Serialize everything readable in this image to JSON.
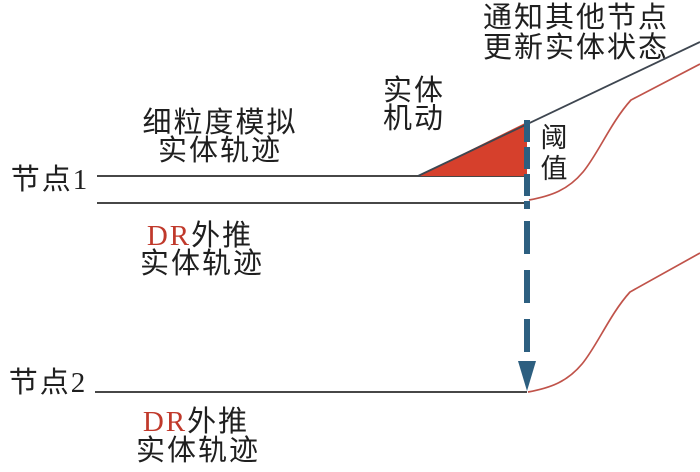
{
  "diagram": {
    "annotations": {
      "notify": {
        "line1": "通知其他节点",
        "line2": "更新实体状态"
      },
      "maneuver": {
        "line1": "实体",
        "line2": "机动"
      },
      "fine_sim": {
        "line1": "细粒度模拟",
        "line2": "实体轨迹"
      },
      "threshold": {
        "char1": "阈",
        "char2": "值"
      },
      "node1_label": "节点1",
      "node2_label": "节点2",
      "dr_node1": {
        "highlight": "DR",
        "suffix": "外推",
        "line2": "实体轨迹"
      },
      "dr_node2": {
        "highlight": "DR",
        "suffix": "外推",
        "line2": "实体轨迹"
      }
    },
    "colors": {
      "deviation_fill": "#d6402c",
      "dr_curve": "#c0534a",
      "threshold_arrow": "#2d5f80",
      "track_line": "#474747",
      "true_track_line": "#3e4650",
      "dr_text_red": "#c0392b",
      "text": "#1f1f1f",
      "background": "#ffffff"
    }
  }
}
